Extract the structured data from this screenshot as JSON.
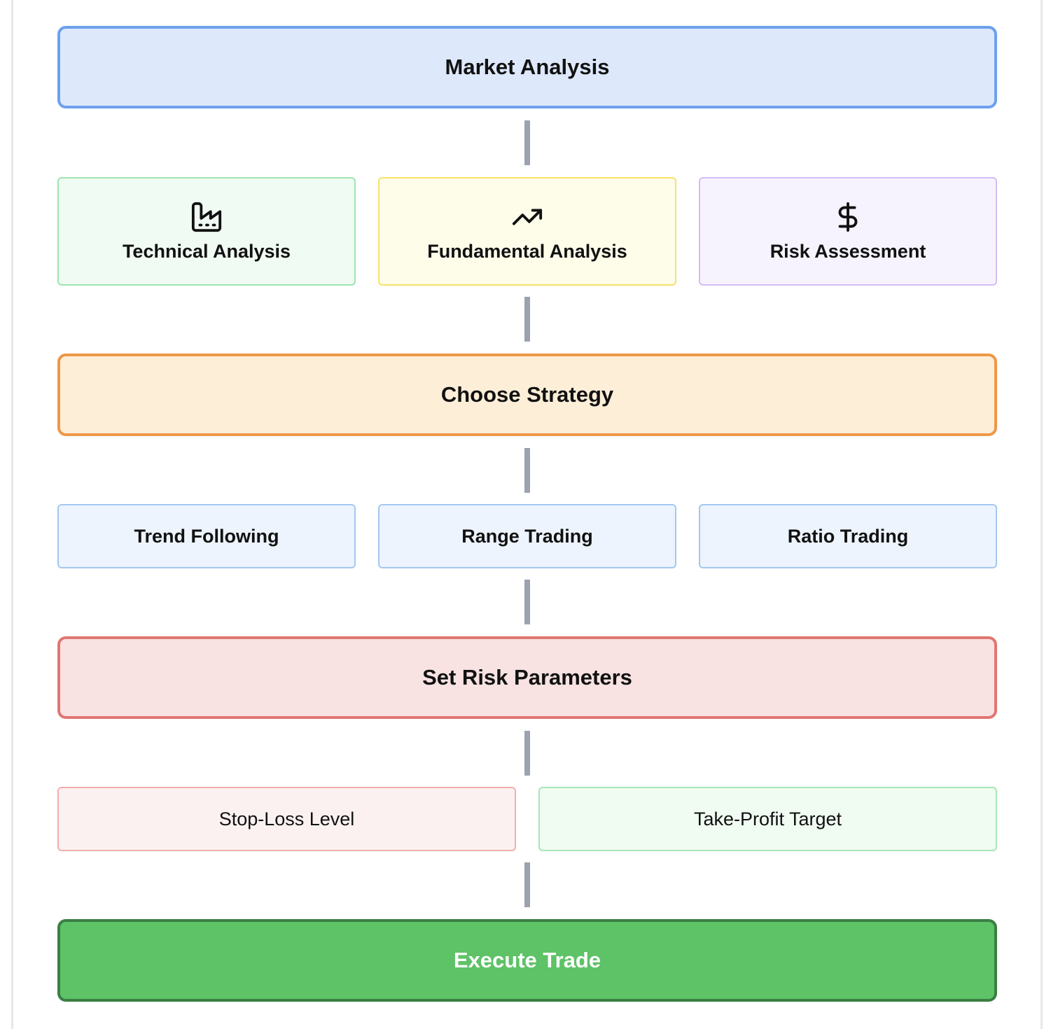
{
  "stages": {
    "market_analysis": "Market Analysis",
    "choose_strategy": "Choose Strategy",
    "set_risk_parameters": "Set Risk Parameters",
    "execute_trade": "Execute Trade"
  },
  "analysis_types": [
    {
      "label": "Technical Analysis",
      "icon": "factory-icon"
    },
    {
      "label": "Fundamental Analysis",
      "icon": "trending-up-icon"
    },
    {
      "label": "Risk Assessment",
      "icon": "dollar-sign-icon"
    }
  ],
  "strategies": [
    "Trend Following",
    "Range Trading",
    "Ratio Trading"
  ],
  "risk_parameters": [
    "Stop-Loss Level",
    "Take-Profit Target"
  ],
  "colors": {
    "market_analysis": {
      "bg": "#dde8fb",
      "border": "#6ea0ec"
    },
    "technical": {
      "bg": "#f0fbf3",
      "border": "#9fe3b2"
    },
    "fundamental": {
      "bg": "#fdfdea",
      "border": "#f5e26a"
    },
    "risk_assessment": {
      "bg": "#f6f3fe",
      "border": "#d2bdf3"
    },
    "choose_strategy": {
      "bg": "#fdeed8",
      "border": "#ed9848"
    },
    "strategy_option": {
      "bg": "#edf4fe",
      "border": "#a4c7ef"
    },
    "set_risk_parameters": {
      "bg": "#f8e2e2",
      "border": "#e07672"
    },
    "stop_loss": {
      "bg": "#fcf1f1",
      "border": "#f1aeae"
    },
    "take_profit": {
      "bg": "#f0fbf2",
      "border": "#a9e6b6"
    },
    "execute_trade": {
      "bg": "#5ec267",
      "border": "#3a7f43"
    },
    "connector": "#9ca3af"
  }
}
